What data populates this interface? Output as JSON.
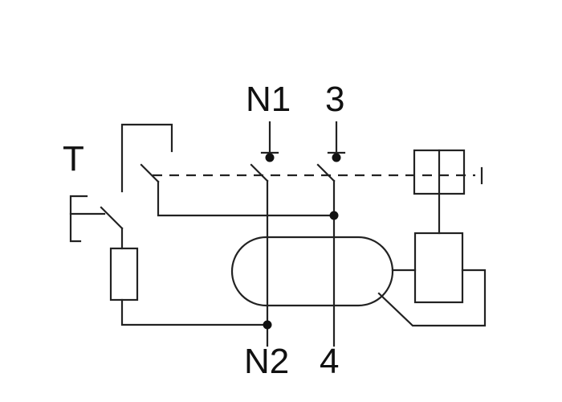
{
  "labels": {
    "n1": "N1",
    "three": "3",
    "test": "T",
    "n2": "N2",
    "four": "4"
  },
  "colors": {
    "line": "#222222",
    "text": "#111111",
    "background": "#ffffff"
  }
}
